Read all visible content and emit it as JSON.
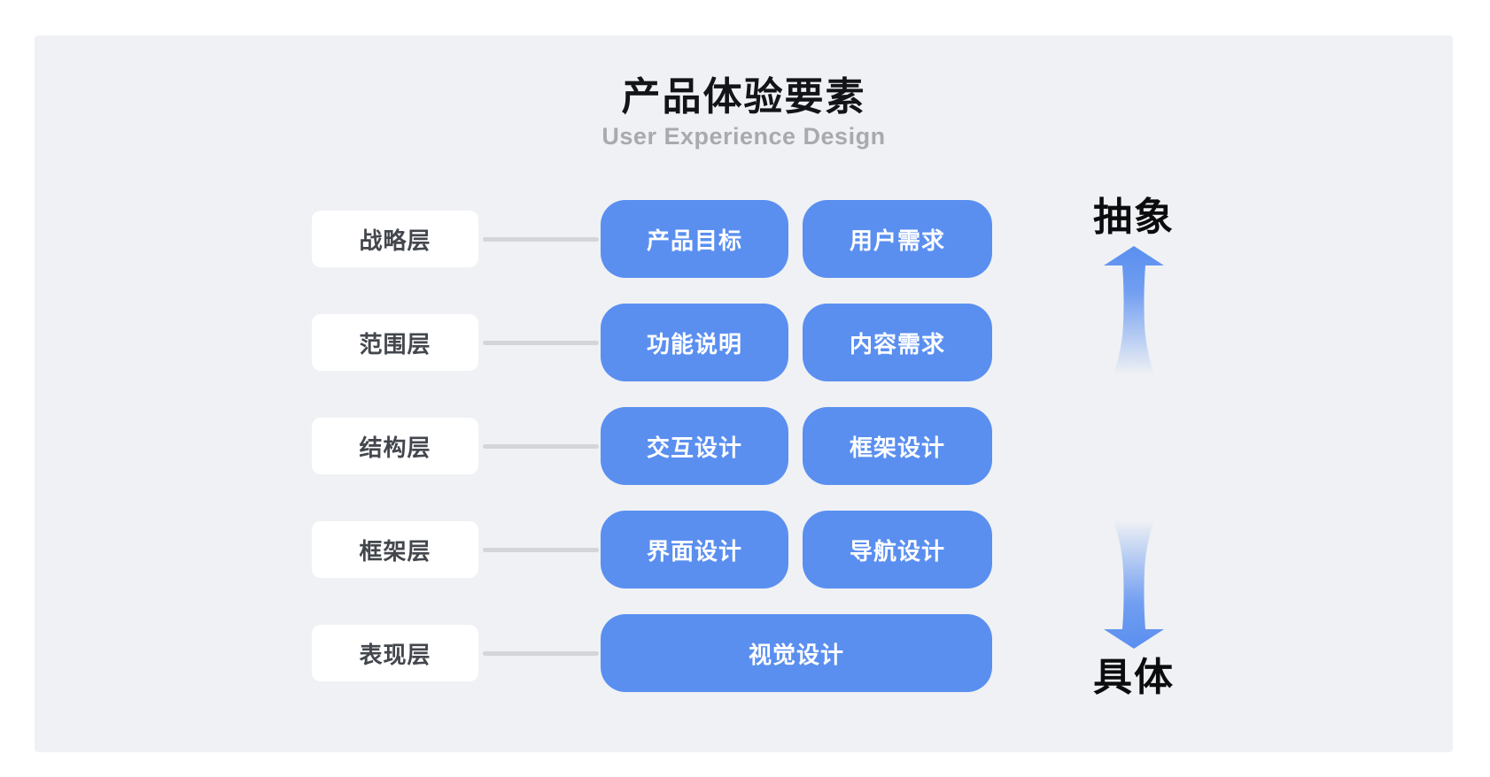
{
  "title": "产品体验要素",
  "subtitle": "User Experience Design",
  "colors": {
    "accent_blue": "#5A8FF0",
    "card_background": "#EFF1F4",
    "page_background": "#FFFFFF",
    "connector_gray": "#D3D5D9",
    "layer_text": "#43474D",
    "subtitle_gray": "#A8AAAD",
    "title_black": "#131418"
  },
  "rows": [
    {
      "layer": "战略层",
      "items": [
        "产品目标",
        "用户需求"
      ]
    },
    {
      "layer": "范围层",
      "items": [
        "功能说明",
        "内容需求"
      ]
    },
    {
      "layer": "结构层",
      "items": [
        "交互设计",
        "框架设计"
      ]
    },
    {
      "layer": "框架层",
      "items": [
        "界面设计",
        "导航设计"
      ]
    },
    {
      "layer": "表现层",
      "items": [
        "视觉设计"
      ]
    }
  ],
  "axis": {
    "top_label": "抽象",
    "bottom_label": "具体",
    "up_arrow": "up-arrow-icon",
    "down_arrow": "down-arrow-icon"
  }
}
